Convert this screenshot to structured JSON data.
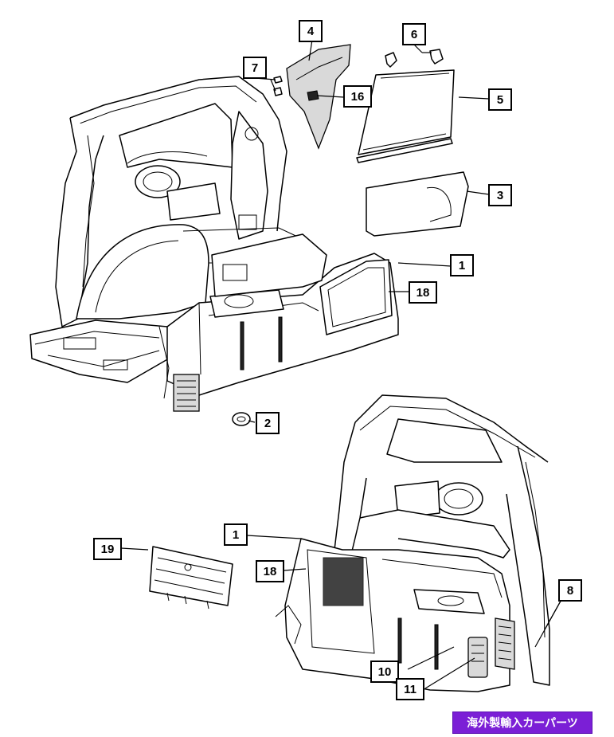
{
  "callouts": [
    {
      "id": "c1a",
      "label": "1"
    },
    {
      "id": "c1b",
      "label": "1"
    },
    {
      "id": "c2",
      "label": "2"
    },
    {
      "id": "c3",
      "label": "3"
    },
    {
      "id": "c4",
      "label": "4"
    },
    {
      "id": "c5",
      "label": "5"
    },
    {
      "id": "c6",
      "label": "6"
    },
    {
      "id": "c7",
      "label": "7"
    },
    {
      "id": "c8",
      "label": "8"
    },
    {
      "id": "c10",
      "label": "10"
    },
    {
      "id": "c11",
      "label": "11"
    },
    {
      "id": "c16",
      "label": "16"
    },
    {
      "id": "c18a",
      "label": "18"
    },
    {
      "id": "c18b",
      "label": "18"
    },
    {
      "id": "c19",
      "label": "19"
    }
  ],
  "watermark": "海外製輸入カーパーツ"
}
